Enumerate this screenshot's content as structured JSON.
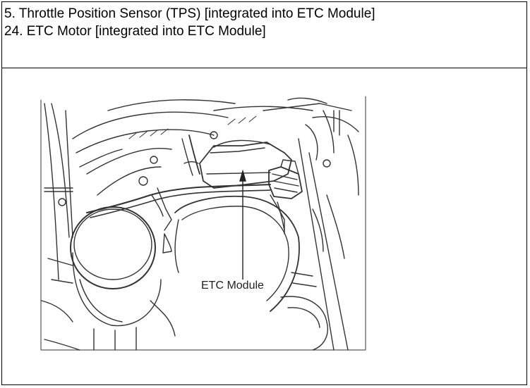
{
  "header": {
    "line1": "5. Throttle Position Sensor (TPS) [integrated into ETC Module]",
    "line2": "24. ETC Motor [integrated into ETC Module]"
  },
  "figure": {
    "callout": "ETC Module"
  }
}
